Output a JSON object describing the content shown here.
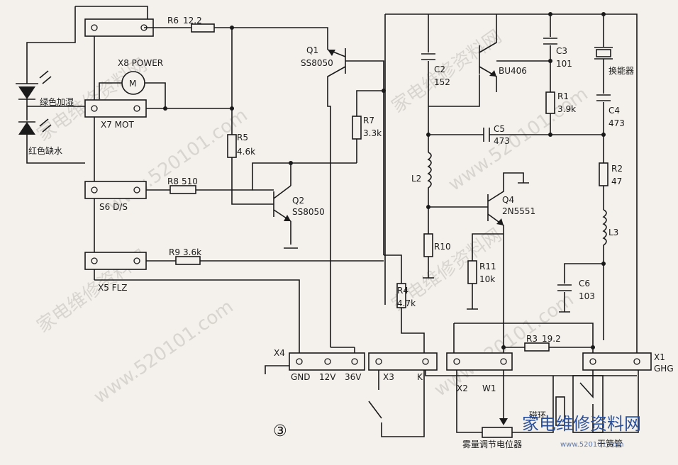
{
  "components": {
    "R6": {
      "ref": "R6",
      "value": "12.2"
    },
    "R5": {
      "ref": "R5",
      "value": "4.6k"
    },
    "R7": {
      "ref": "R7",
      "value": "3.3k"
    },
    "R8": {
      "ref": "R8",
      "value": "510"
    },
    "R9": {
      "ref": "R9",
      "value": "3.6k"
    },
    "R4": {
      "ref": "R4",
      "value": "4.7k"
    },
    "R1": {
      "ref": "R1",
      "value": "3.9k"
    },
    "R2": {
      "ref": "R2",
      "value": "47"
    },
    "R3": {
      "ref": "R3",
      "value": "19.2"
    },
    "R10": {
      "ref": "R10"
    },
    "R11": {
      "ref": "R11",
      "value": "10k"
    },
    "Q1": {
      "ref": "Q1",
      "part": "SS8050"
    },
    "Q2": {
      "ref": "Q2",
      "part": "SS8050"
    },
    "Q3": {
      "part": "BU406"
    },
    "Q4": {
      "ref": "Q4",
      "part": "2N5551"
    },
    "C2": {
      "ref": "C2",
      "value": "152"
    },
    "C3": {
      "ref": "C3",
      "value": "101"
    },
    "C4": {
      "ref": "C4",
      "value": "473"
    },
    "C5": {
      "ref": "C5",
      "value": "473"
    },
    "C6": {
      "ref": "C6",
      "value": "103"
    },
    "L2": {
      "ref": "L2"
    },
    "L3": {
      "ref": "L3"
    },
    "transducer": {
      "label": "换能器"
    },
    "motor": {
      "symbol": "M"
    }
  },
  "connectors": {
    "X8": "X8 POWER",
    "X7": "X7 MOT",
    "S6": "S6 D/S",
    "X5": "X5 FLZ",
    "X4": "X4",
    "X4_pins": [
      "GND",
      "12V",
      "36V"
    ],
    "X3": "X3",
    "K": "K",
    "X2": "X2",
    "W1": "W1",
    "X1": "X1",
    "GHG": "GHG"
  },
  "leds": {
    "green": "绿色加湿",
    "red": "红色缺水"
  },
  "labels": {
    "magnetic_ring": "磁环",
    "reed_tube": "干簧管",
    "potentiometer": "雾量调节电位器",
    "figure_number": "③"
  },
  "watermarks": {
    "site_cn": "家电维修资料网",
    "site_url": "www.520101.com",
    "logo_cn": "家电维修资料网",
    "logo_url": "www.520101.com"
  }
}
